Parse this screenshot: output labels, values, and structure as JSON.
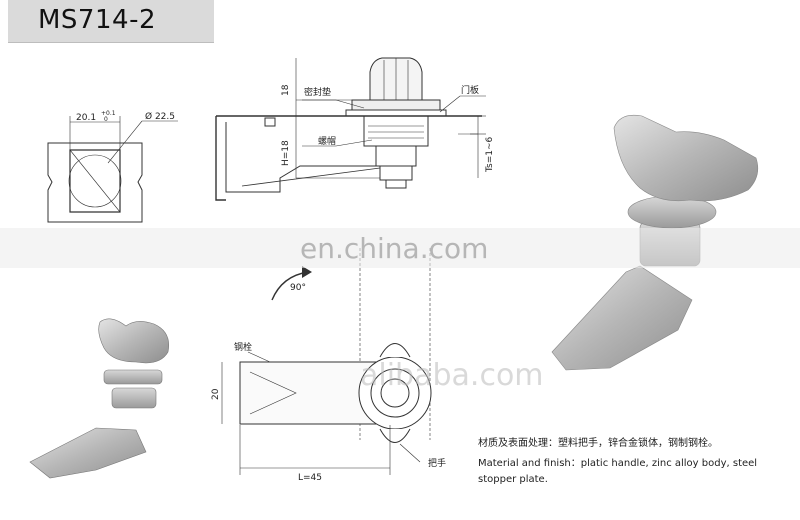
{
  "title": "MS714-2",
  "watermarks": {
    "primary": "en.china.com",
    "secondary": "alibaba.com"
  },
  "dimensions": {
    "width": "20.1",
    "width_tolerance_upper": "+0.1",
    "width_tolerance_lower": "0",
    "diameter": "Ø 22.5",
    "height_top": "18",
    "height_h": "H=18",
    "thickness": "Ts=1~6",
    "length": "L=45",
    "stopper_width": "20",
    "rotation": "90°"
  },
  "labels": {
    "gasket": "密封垫",
    "door_panel": "门板",
    "nut": "螺帽",
    "steel_bolt": "钢栓",
    "handle": "把手"
  },
  "caption": {
    "cn": "材质及表面处理：塑料把手，锌合金锁体，钢制钢栓。",
    "en": "Material and finish：platic handle, zinc alloy body, steel stopper plate."
  },
  "colors": {
    "title_bg": "#dadada",
    "line": "#333333",
    "render_gray": "#b9b9b9"
  }
}
